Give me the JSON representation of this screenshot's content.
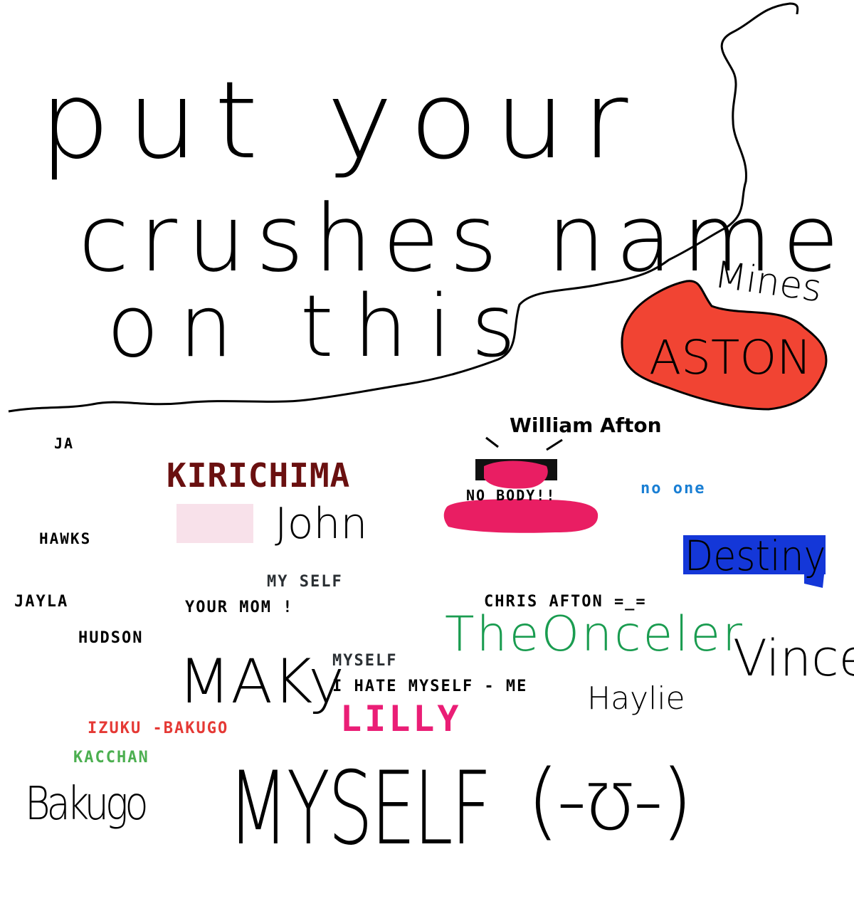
{
  "title": {
    "line1": "put your",
    "line2": "crushes name",
    "line3": "on this"
  },
  "entries": {
    "mines": "Mines",
    "aston": "ASTON",
    "william_afton": "William Afton",
    "nobody": "NO BODY!!",
    "no_one": "no one",
    "destiny": "Destiny",
    "ja": "JA",
    "kirichima": "KIRICHIMA",
    "hawks": "HAWKS",
    "john": "John",
    "my_self_small": "MY SELF",
    "jayla": "JAYLA",
    "your_mom": "YOUR MOM !",
    "chris_afton": "CHRIS AFTON =_=",
    "the_onceler": "TheOnceler",
    "vincent": "Vincent",
    "hudson": "HUDSON",
    "maky": "MAKy",
    "myself_small": "MYSELF",
    "i_hate_myself": "I HATE MYSELF - ME",
    "haylie": "Haylie",
    "lilly": "LILLY",
    "izuku_bakugo": "IZUKU -BAKUGO",
    "kacchan": "KACCHAN",
    "bakugo": "Bakugo",
    "my_self_big": "MYSELF",
    "face": "(-ʊ-)"
  },
  "colors": {
    "background": "#ffffff",
    "ink": "#000000",
    "aston_blob": "#f14433",
    "kirichima": "#6a1010",
    "no_one": "#1a7fd4",
    "destiny_box": "#1437d8",
    "the_onceler": "#1a9c50",
    "lilly": "#ea1e76",
    "izuku": "#e53935",
    "kacchan": "#4caf50",
    "nobody_blob": "#e91e63",
    "pink_rect": "#f8e1ea",
    "text_gray": "#2a2f33"
  }
}
